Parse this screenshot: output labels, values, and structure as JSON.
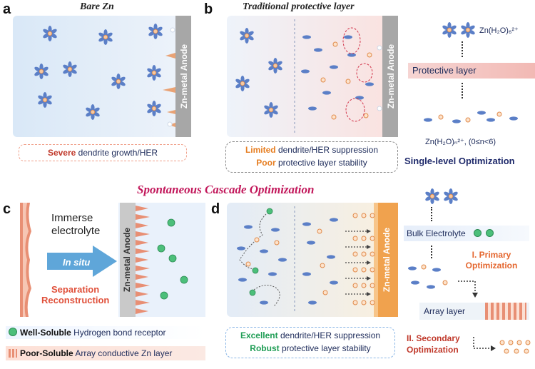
{
  "panel_a": {
    "label": "a",
    "title": "Bare Zn",
    "anode": "Zn-metal Anode",
    "caption_hl": "Severe",
    "caption_rest": " dendrite growth/HER"
  },
  "panel_b": {
    "label": "b",
    "title": "Traditional protective layer",
    "anode": "Zn-metal Anode",
    "caption1_hl": "Limited",
    "caption1_rest": " dendrite/HER suppression",
    "caption2_hl": "Poor",
    "caption2_rest": " protective layer stability",
    "flow_top": "Zn(H₂O)₆²⁺",
    "flow_box": "Protective layer",
    "flow_bottom": "Zn(H₂O)ₙ²⁺, (0≤n<6)",
    "flow_result": "Single-level Optimization"
  },
  "center_title": "Spontaneous Cascade Optimization",
  "panel_c": {
    "label": "c",
    "anode": "Zn-metal Anode",
    "immerse": "Immerse electrolyte",
    "insitu": "In situ",
    "sep": "Separation",
    "recon": "Reconstruction",
    "legend1_hl": "Well-Soluble",
    "legend1_rest": " Hydrogen bond receptor",
    "legend2_hl": "Poor-Soluble",
    "legend2_rest": " Array conductive Zn layer"
  },
  "panel_d": {
    "label": "d",
    "anode": "Zn-metal Anode",
    "caption1_hl": "Excellent",
    "caption1_rest": " dendrite/HER suppression",
    "caption2_hl": "Robust",
    "caption2_rest": " protective layer stability",
    "flow_box1": "Bulk Electrolyte",
    "flow_primary": "I. Primary Optimization",
    "flow_box2": "Array layer",
    "flow_secondary": "II. Secondary Optimization"
  },
  "colors": {
    "accent_red": "#c0392b",
    "accent_green": "#1f9d55",
    "accent_orange": "#e67e22",
    "navy": "#1f2a6b",
    "cluster_blue": "#5b7fc7",
    "zn_orange": "#f0a860"
  }
}
